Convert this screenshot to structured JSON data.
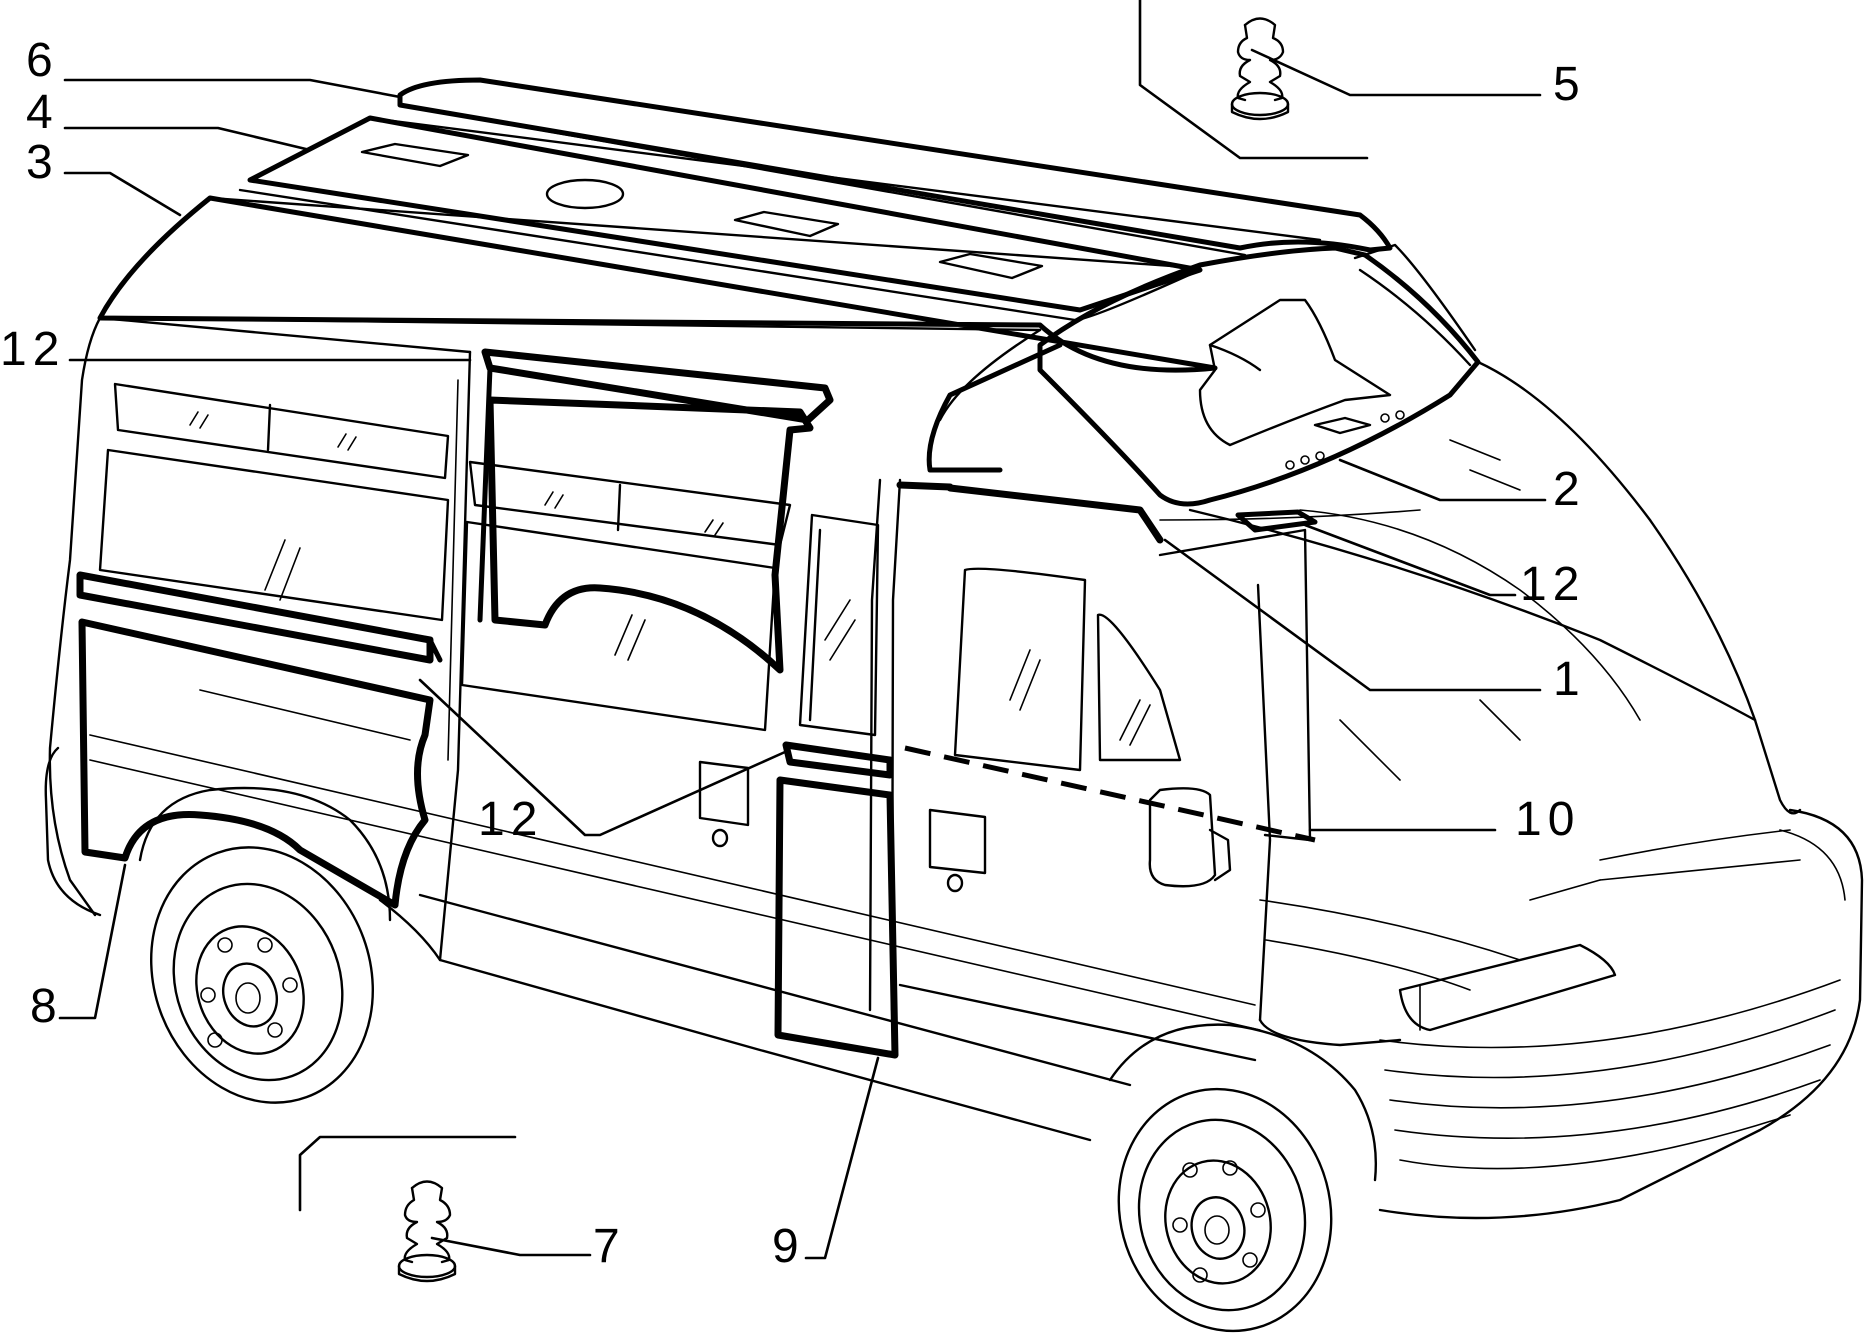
{
  "diagram": {
    "callouts": {
      "c1": "1",
      "c2": "2",
      "c3": "3",
      "c4": "4",
      "c5": "5",
      "c6": "6",
      "c7": "7",
      "c8": "8",
      "c9": "9",
      "c10": "10",
      "c12_left": "12",
      "c12_right": "12",
      "c12_bottom": "12"
    }
  }
}
